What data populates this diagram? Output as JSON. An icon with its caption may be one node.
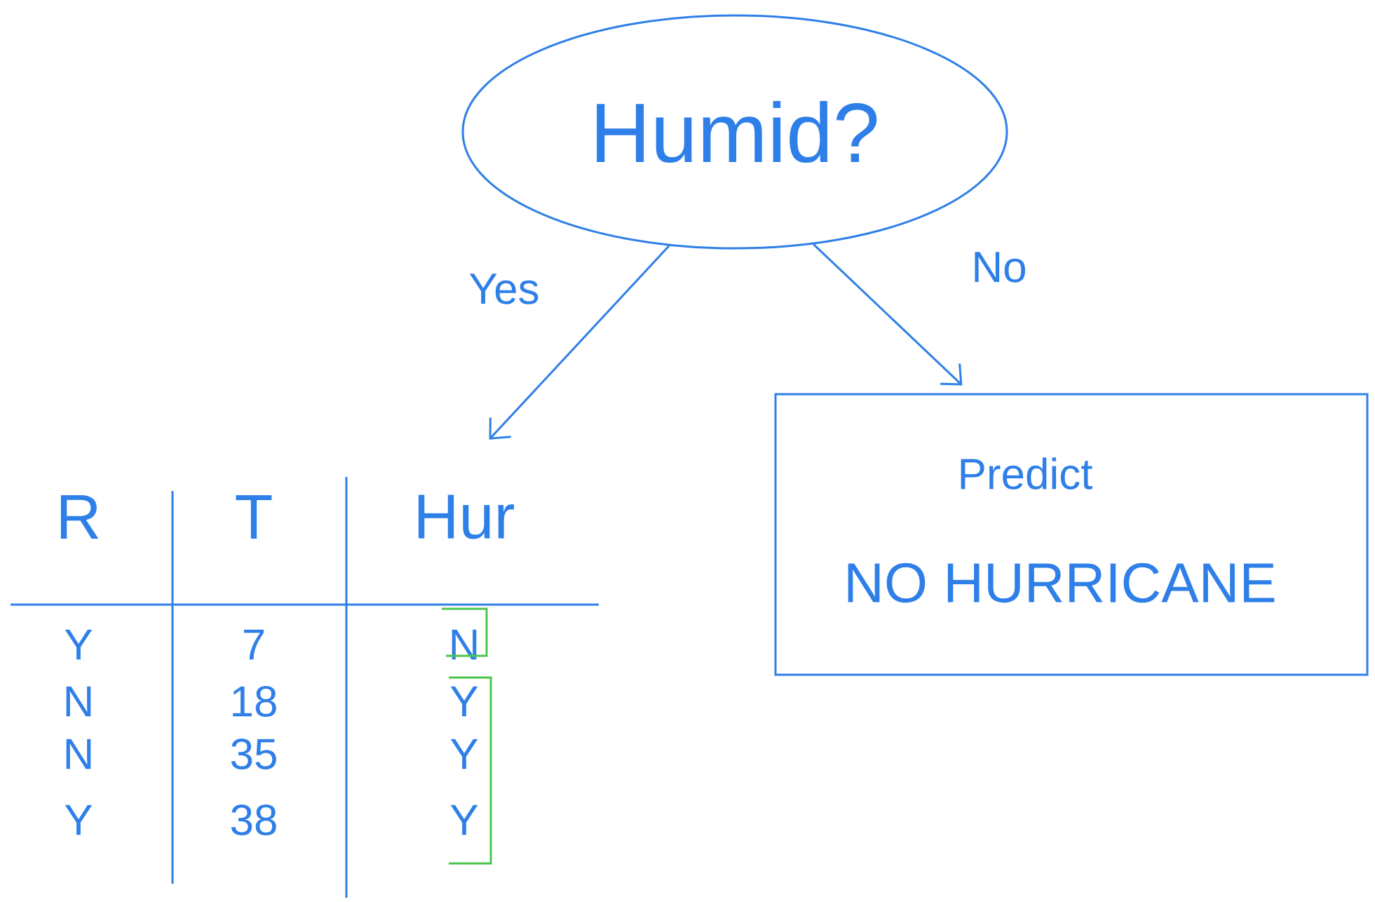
{
  "diagram": {
    "nodes": [
      {
        "text": [
          "Humid?"
        ]
      },
      {
        "text": [
          "R",
          "T",
          "Hur",
          "Y",
          "7",
          "N",
          "N",
          "18",
          "Y",
          "N",
          "35",
          "Y",
          "Y",
          "38",
          "Y"
        ]
      },
      {
        "text": [
          "Predict",
          "NO HURRICANE"
        ]
      }
    ],
    "edges": [
      {
        "from": 0,
        "to": 1,
        "arrow": "to",
        "label": "Yes"
      },
      {
        "from": 0,
        "to": 2,
        "arrow": "to",
        "label": "No"
      }
    ]
  }
}
